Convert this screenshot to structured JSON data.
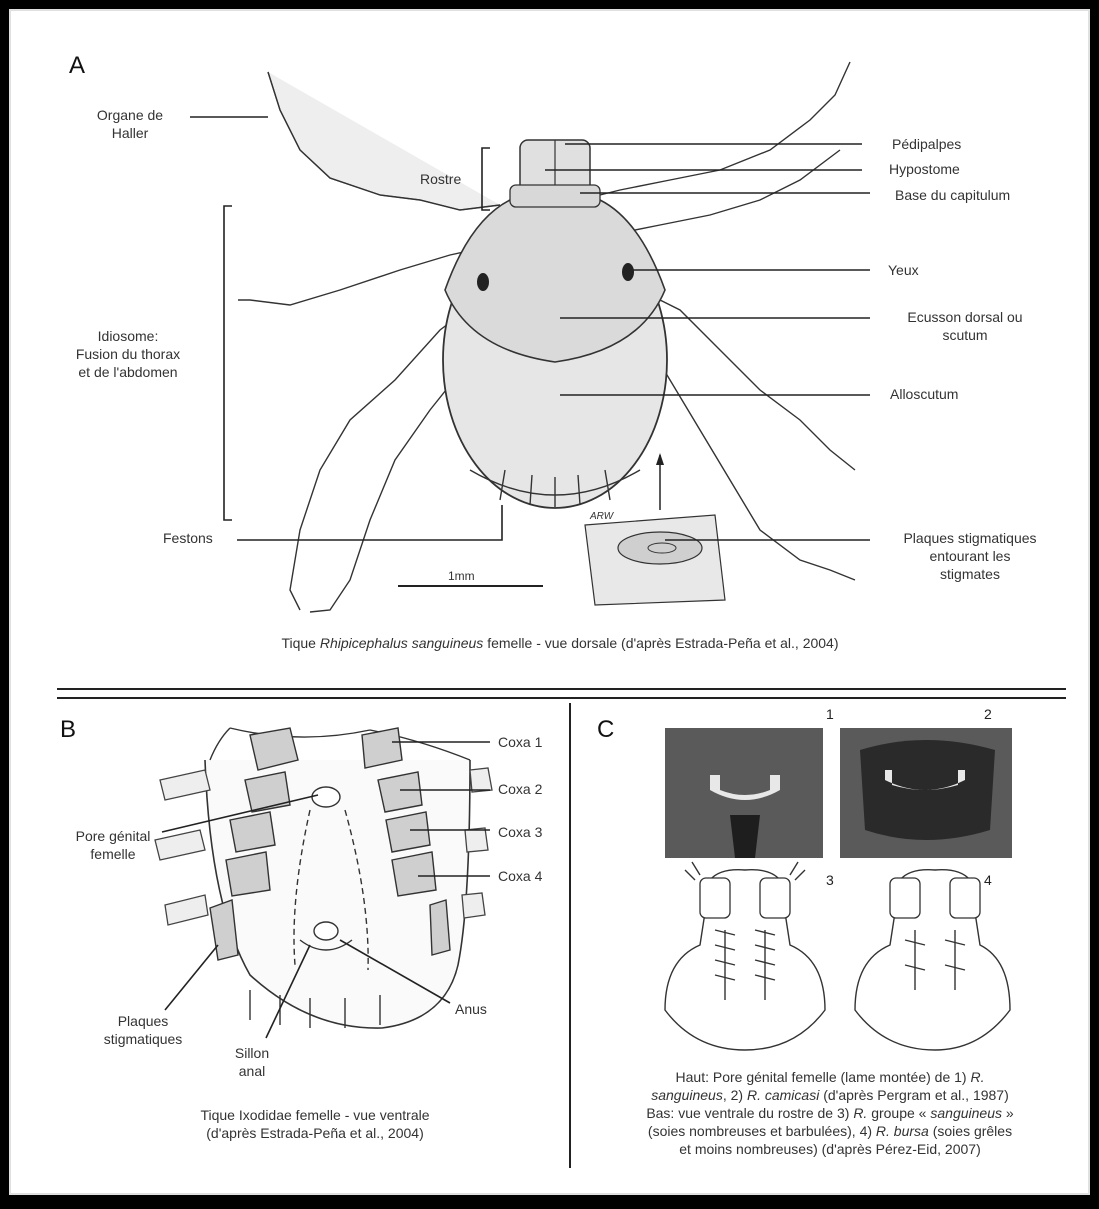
{
  "panel_a": {
    "letter": "A",
    "labels": {
      "organe_haller_l1": "Organe de",
      "organe_haller_l2": "Haller",
      "rostre": "Rostre",
      "idiosome_l1": "Idiosome:",
      "idiosome_l2": "Fusion du thorax",
      "idiosome_l3": "et de l'abdomen",
      "festons": "Festons",
      "pedipalpes": "Pédipalpes",
      "hypostome": "Hypostome",
      "base_capitulum": "Base du capitulum",
      "yeux": "Yeux",
      "ecusson_l1": "Ecusson dorsal ou",
      "ecusson_l2": "scutum",
      "alloscutum": "Alloscutum",
      "plaques_l1": "Plaques stigmatiques",
      "plaques_l2": "entourant  les",
      "plaques_l3": "stigmates",
      "scale": "1mm",
      "signature": "ARW"
    },
    "caption_pre": "Tique ",
    "caption_species": "Rhipicephalus sanguineus",
    "caption_post": " femelle - vue dorsale (d'après Estrada-Peña  et al., 2004)"
  },
  "panel_b": {
    "letter": "B",
    "labels": {
      "coxa1": "Coxa 1",
      "coxa2": "Coxa 2",
      "coxa3": "Coxa 3",
      "coxa4": "Coxa 4",
      "pore_l1": "Pore génital",
      "pore_l2": "femelle",
      "plaques_l1": "Plaques",
      "plaques_l2": "stigmatiques",
      "sillon_l1": "Sillon",
      "sillon_l2": "anal",
      "anus": "Anus"
    },
    "caption_l1": "Tique Ixodidae femelle - vue ventrale",
    "caption_l2": "(d'après Estrada-Peña et al., 2004)"
  },
  "panel_c": {
    "letter": "C",
    "numbers": [
      "1",
      "2",
      "3",
      "4"
    ],
    "caption": {
      "l1_pre": "Haut: Pore génital femelle  (lame montée) de 1) ",
      "l1_it": "R.",
      "l2_it1": "sanguineus",
      "l2_mid": ", 2) ",
      "l2_it2": "R. camicasi",
      "l2_post": " (d'après Pergram et al., 1987)",
      "l3_pre": "Bas: vue ventrale du  rostre de 3) ",
      "l3_it1": "R.",
      "l3_mid": " groupe « ",
      "l3_it2": "sanguineus",
      "l3_post": " »",
      "l4_pre": "(soies nombreuses  et barbulées), 4) ",
      "l4_it": "R. bursa",
      "l4_post": " (soies  grêles",
      "l5": "et moins nombreuses) (d'après Pérez-Eid, 2007)"
    }
  }
}
